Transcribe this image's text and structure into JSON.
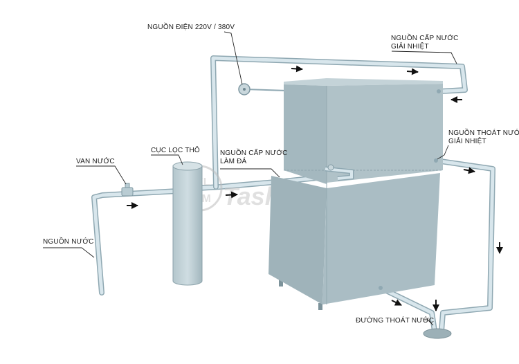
{
  "labels": {
    "power": "NGUỒN ĐIỆN 220V / 380V",
    "cooling_supply_1": "NGUỒN CẤP NƯỚC",
    "cooling_supply_2": "GIẢI NHIỆT",
    "cooling_drain_1": "NGUỒN THOÁT NƯỚC",
    "cooling_drain_2": "GIẢI NHIỆT",
    "filter": "CỤC LỌC THÔ",
    "valve": "VAN NƯỚC",
    "ice_supply_1": "NGUỒN CẤP NƯỚC",
    "ice_supply_2": "LÀM ĐÁ",
    "water_source": "NGUỒN NƯỚC",
    "drain": "ĐƯỜNG THOÁT NƯỚC"
  },
  "watermark": {
    "logo_top": "TKL",
    "logo_bottom": "FSM",
    "brand": "Tashima"
  },
  "colors": {
    "pipe": "#d8e6ec",
    "pipe_edge": "#8fa8b2",
    "machine_front": "#a9bcc3",
    "machine_side": "#92a8b0",
    "machine_top": "#c4d3d8",
    "arrow": "#111111"
  }
}
